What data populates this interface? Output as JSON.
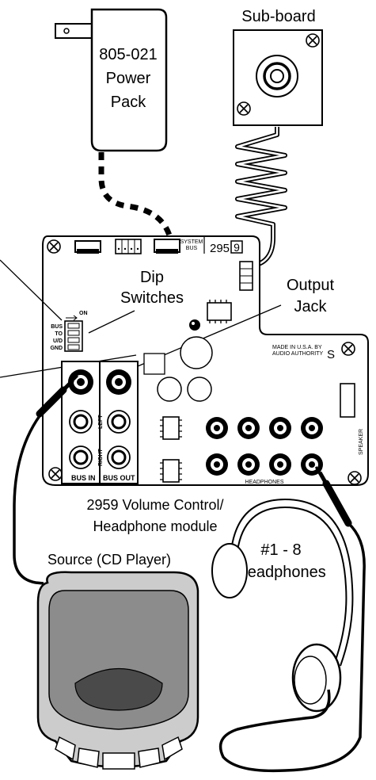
{
  "labels": {
    "power_pack": [
      "805-021",
      "Power",
      "Pack"
    ],
    "sub_board": "Sub-board",
    "dip_switches": [
      "Dip",
      "Switches"
    ],
    "output_jack": [
      "Output",
      "Jack"
    ],
    "module": [
      "2959 Volume Control/",
      "Headphone module"
    ],
    "source": "Source (CD Player)",
    "headphones": [
      "#1 - 8",
      "Headphones"
    ]
  },
  "board_text": {
    "model": "295",
    "model_boxed": "9",
    "system_bus": [
      "SYSTEM",
      "BUS"
    ],
    "made_in": [
      "MADE IN U.S.A. BY",
      "AUDIO  AUTHORITY"
    ],
    "made_in_logo": "S",
    "dip_on": "ON",
    "dip_labels": [
      "BUS",
      "TO",
      "U/D",
      "GND"
    ],
    "left": "LEFT",
    "right": "RIGHT",
    "bus_in": "BUS IN",
    "bus_out": "BUS OUT",
    "speaker": "SPEAKER",
    "headphones": "HEADPHONES"
  }
}
